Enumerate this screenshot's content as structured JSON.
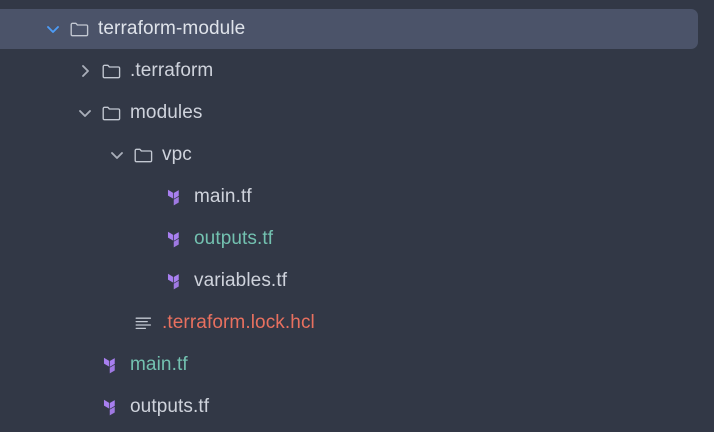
{
  "explorer": {
    "background_color": "#323846",
    "selection_color": "#4b5369",
    "colors": {
      "text_default": "#cfd3dc",
      "text_modified": "#73c1b0",
      "text_ignored": "#e8705f",
      "chevron_active": "#4d9cf6",
      "chevron_idle": "#a9aeb9",
      "folder_icon": "#c3c8d2",
      "terraform_icon": "#a87ff0",
      "file_icon": "#c3c8d2"
    },
    "rows": [
      {
        "label": "terraform-module",
        "indent": 1,
        "kind": "folder",
        "icon": "folder-icon",
        "twisty": "chevron-down-icon",
        "expanded": true,
        "selected": true,
        "status": "selected"
      },
      {
        "label": ".terraform",
        "indent": 2,
        "kind": "folder",
        "icon": "folder-icon",
        "twisty": "chevron-right-icon",
        "expanded": false,
        "selected": false,
        "status": "default"
      },
      {
        "label": "modules",
        "indent": 2,
        "kind": "folder",
        "icon": "folder-icon",
        "twisty": "chevron-down-icon",
        "expanded": true,
        "selected": false,
        "status": "default"
      },
      {
        "label": "vpc",
        "indent": 3,
        "kind": "folder",
        "icon": "folder-icon",
        "twisty": "chevron-down-icon",
        "expanded": true,
        "selected": false,
        "status": "default"
      },
      {
        "label": "main.tf",
        "indent": 4,
        "kind": "file",
        "icon": "terraform-file-icon",
        "twisty": "none",
        "expanded": false,
        "selected": false,
        "status": "default"
      },
      {
        "label": "outputs.tf",
        "indent": 4,
        "kind": "file",
        "icon": "terraform-file-icon",
        "twisty": "none",
        "expanded": false,
        "selected": false,
        "status": "modified"
      },
      {
        "label": "variables.tf",
        "indent": 4,
        "kind": "file",
        "icon": "terraform-file-icon",
        "twisty": "none",
        "expanded": false,
        "selected": false,
        "status": "default"
      },
      {
        "label": ".terraform.lock.hcl",
        "indent": 3,
        "kind": "file",
        "icon": "lines-file-icon",
        "twisty": "none",
        "expanded": false,
        "selected": false,
        "status": "ignored"
      },
      {
        "label": "main.tf",
        "indent": 2,
        "kind": "file",
        "icon": "terraform-file-icon",
        "twisty": "none",
        "expanded": false,
        "selected": false,
        "status": "modified"
      },
      {
        "label": "outputs.tf",
        "indent": 2,
        "kind": "file",
        "icon": "terraform-file-icon",
        "twisty": "none",
        "expanded": false,
        "selected": false,
        "status": "default"
      }
    ]
  }
}
